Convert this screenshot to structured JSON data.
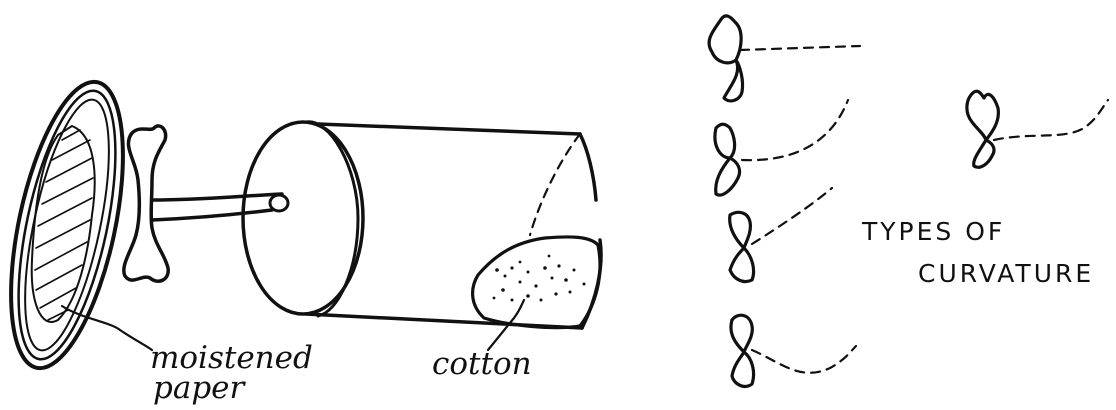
{
  "labels": {
    "moistened_line1": "moistened",
    "moistened_line2": "paper",
    "cotton": "cotton",
    "types_line1": "TYPES OF",
    "types_line2": "CURVATURE"
  }
}
